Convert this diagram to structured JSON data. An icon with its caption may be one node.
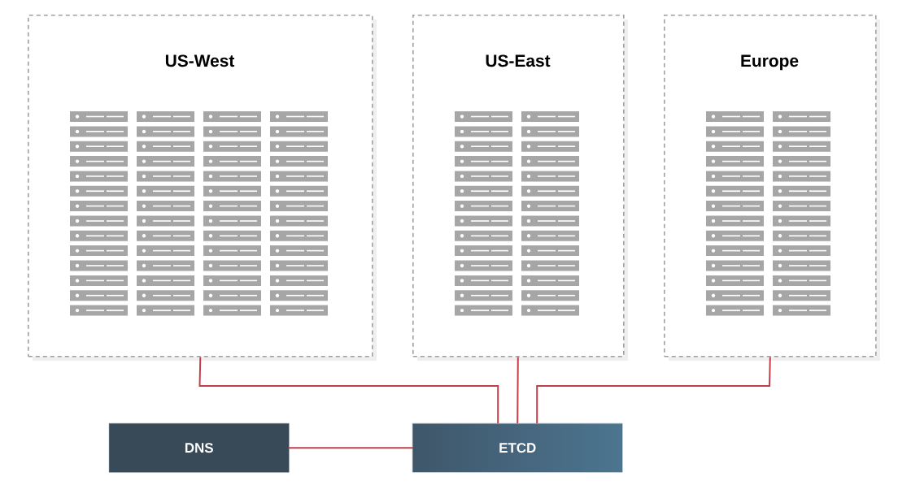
{
  "diagram": {
    "nodes": [
      {
        "text": [
          "US-West"
        ]
      },
      {
        "text": [
          "US-East"
        ]
      },
      {
        "text": [
          "Europe"
        ]
      },
      {
        "text": [
          "DNS"
        ]
      },
      {
        "text": [
          "ETCD"
        ]
      }
    ],
    "edges": [
      {
        "from": 0,
        "to": 4,
        "arrow": "none"
      },
      {
        "from": 1,
        "to": 4,
        "arrow": "none"
      },
      {
        "from": 2,
        "to": 4,
        "arrow": "none"
      },
      {
        "from": 3,
        "to": 4,
        "arrow": "none"
      }
    ]
  }
}
